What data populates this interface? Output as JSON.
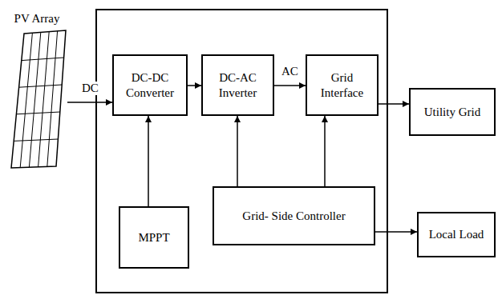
{
  "diagram": {
    "nodes": [
      {
        "text": [
          "PV Array"
        ]
      },
      {
        "text": [
          "DC-DC Converter"
        ]
      },
      {
        "text": [
          "DC-AC Inverter"
        ]
      },
      {
        "text": [
          "Grid Interface"
        ]
      },
      {
        "text": [
          "MPPT"
        ]
      },
      {
        "text": [
          "Grid- Side Controller"
        ]
      },
      {
        "text": [
          "Utility Grid"
        ]
      },
      {
        "text": [
          "Local Load"
        ]
      }
    ],
    "edges": [
      {
        "from": 0,
        "to": 1,
        "arrow": "to",
        "label": "DC"
      },
      {
        "from": 1,
        "to": 2,
        "arrow": "to"
      },
      {
        "from": 2,
        "to": 3,
        "arrow": "to",
        "label": "AC"
      },
      {
        "from": 3,
        "to": 6,
        "arrow": "to"
      },
      {
        "from": 4,
        "to": 1,
        "arrow": "to"
      },
      {
        "from": 5,
        "to": 2,
        "arrow": "to"
      },
      {
        "from": 5,
        "to": 3,
        "arrow": "to"
      },
      {
        "from": 5,
        "to": 7,
        "arrow": "to"
      }
    ]
  }
}
